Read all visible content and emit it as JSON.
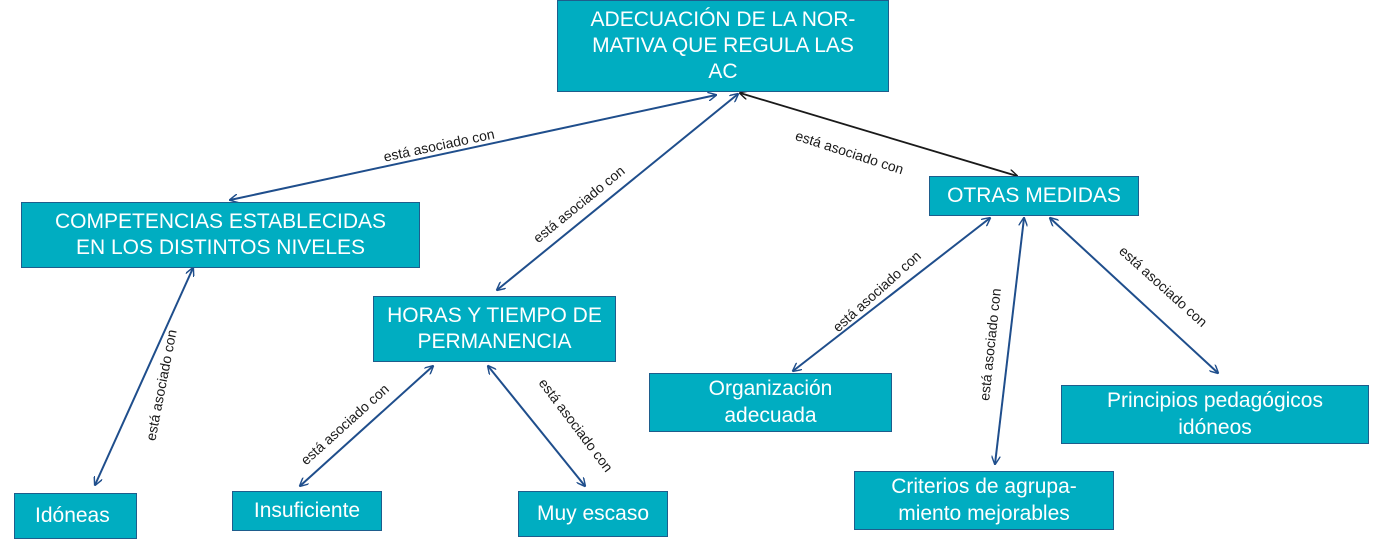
{
  "colors": {
    "node_fill": "#00adc1",
    "node_border": "#1e5d8c",
    "arrow_blue": "#1f4e8c",
    "arrow_dark": "#1a1a1a"
  },
  "nodes": {
    "root": "ADECUACIÓN DE LA NOR-\nMATIVA QUE REGULA LAS\nAC",
    "competencias": "COMPETENCIAS ESTABLECIDAS\nEN LOS DISTINTOS NIVELES",
    "horas": "HORAS Y TIEMPO DE\nPERMANENCIA",
    "otras": "OTRAS MEDIDAS",
    "idoneas": "Idóneas",
    "insuficiente": "Insuficiente",
    "muy_escaso": "Muy escaso",
    "organizacion": "Organización\nadecuada",
    "criterios": "Criterios de agrupa-\nmiento mejorables",
    "principios": "Principios pedagógicos\nidóneos"
  },
  "edge_label": "está asociado con"
}
